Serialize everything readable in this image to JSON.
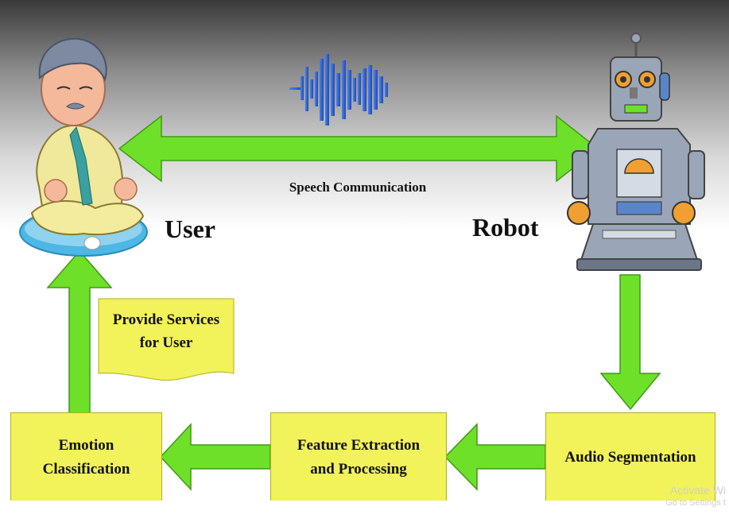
{
  "diagram": {
    "speech_label": "Speech Communication",
    "user_label": "User",
    "robot_label": "Robot",
    "provide_services": "Provide Services\nfor User",
    "boxes": {
      "emotion": "Emotion\nClassification",
      "feature": "Feature Extraction\nand Processing",
      "audio": "Audio Segmentation"
    }
  },
  "watermark": {
    "line1": "Activate Wi",
    "line2": "Go to Settings t"
  },
  "colors": {
    "arrow": "#6ee02a",
    "box": "#f2f25a",
    "wave": "#2a5fd0"
  }
}
